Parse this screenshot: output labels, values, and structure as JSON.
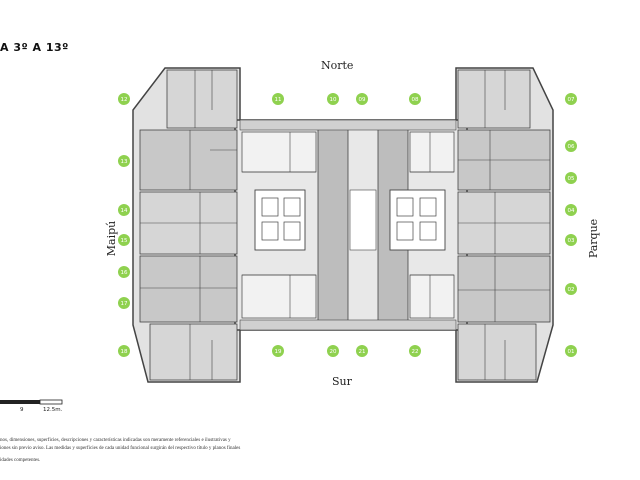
{
  "title": "A 3º A 13º",
  "orientation": {
    "north": "Norte",
    "south": "Sur",
    "west": "Maipú",
    "east": "Parque"
  },
  "unit_markers": {
    "color": "#8fd14f",
    "labels": [
      "01",
      "02",
      "03",
      "04",
      "05",
      "06",
      "07",
      "08",
      "09",
      "10",
      "11",
      "12",
      "13",
      "14",
      "15",
      "16",
      "17",
      "18",
      "19",
      "20",
      "21",
      "22"
    ]
  },
  "colors": {
    "wall": "#444444",
    "fill_dark": "#bdbdbd",
    "fill_light": "#e2e2e2",
    "background": "#ffffff"
  },
  "scale": {
    "labels": [
      "9",
      "12.5m."
    ]
  },
  "disclaimer": {
    "line1": "nos, dimensiones, superficies, descripciones y características indicadas son meramente referenciales e ilustrativas y",
    "line2": "iones sin previo aviso. Las medidas y superficies de cada unidad funcional surgirán del respectivo título y planos finales",
    "line3": "idades competentes."
  }
}
